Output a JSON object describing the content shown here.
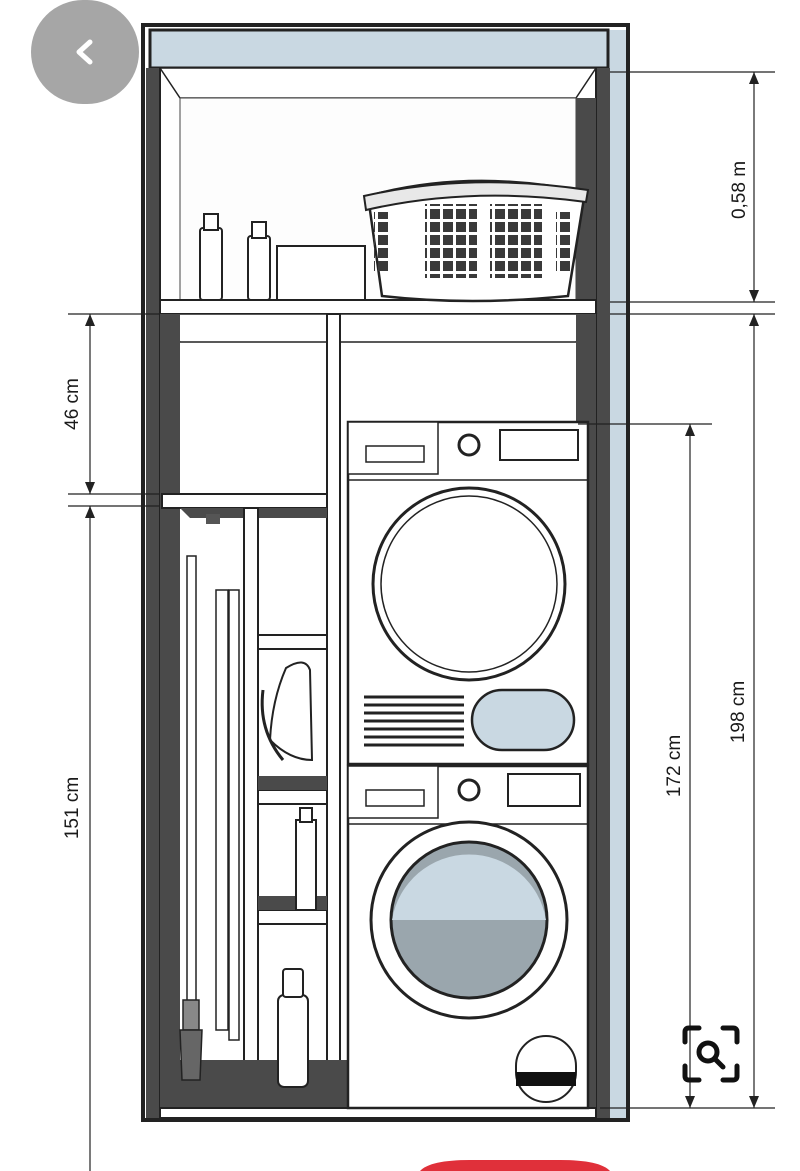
{
  "dimensions": {
    "upper_height": "0,58 m",
    "shelf_gap": "46 cm",
    "lower_height": "151 cm",
    "machines_height": "172 cm",
    "total_height": "198 cm"
  },
  "icons": {
    "back": "chevron-left-icon",
    "lens": "image-search-icon"
  },
  "colors": {
    "back_button": "#a6a6a6",
    "panel_blue": "#c9d8e2",
    "cabinet_dark": "#4a4a4a",
    "cabinet_fill": "#ffffff",
    "accent_red": "#e0303a"
  }
}
